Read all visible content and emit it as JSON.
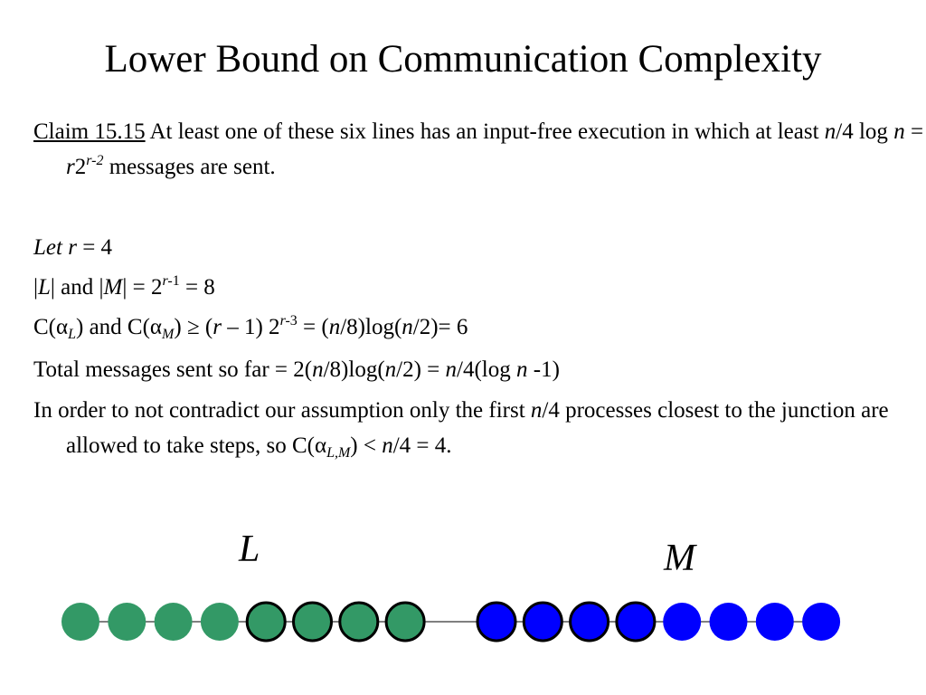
{
  "title": "Lower Bound on Communication Complexity",
  "claim": {
    "label": "Claim 15.15",
    "t1": " At least one of these six lines has an input-free execution in which at least ",
    "n1": "n",
    "t2": "/4 log ",
    "n2": "n",
    "t3": " = ",
    "r": "r",
    "t4": "2",
    "exp": "r-2",
    "t5": " messages are sent."
  },
  "let_line": {
    "let": "Let",
    "r": "r",
    "rest": " = 4"
  },
  "line_sizes": {
    "bar1": "|",
    "L": "L",
    "mid": "| and |",
    "M": "M",
    "bar2": "| = 2",
    "exp": "r-",
    "exp2": "1",
    "rest": " = 8"
  },
  "line_c": {
    "a": "C(α",
    "subL": "L",
    "b": ") and C(α",
    "subM": "M",
    "c": ") ≥ (",
    "r": "r",
    "d": " – 1) 2",
    "exp": "r-",
    "exp2": "3",
    "e": " = (",
    "n1": "n",
    "f": "/8)log(",
    "n2": "n",
    "g": "/2)= 6"
  },
  "line_total": {
    "a": "Total messages sent so far = 2(",
    "n1": "n",
    "b": "/8)log(",
    "n2": "n",
    "c": "/2) = ",
    "n3": "n",
    "d": "/4(log ",
    "n4": "n",
    "e": " -1)"
  },
  "line_order": {
    "a": "In order to not contradict our assumption only the first ",
    "n1": "n",
    "b": "/4 processes closest to the junction are allowed to take steps, so C(α",
    "sub": "L,M",
    "c": ") < ",
    "n2": "n",
    "d": "/4 = 4."
  },
  "diagram": {
    "label_left": "L",
    "label_right": "M",
    "left_color": "#339966",
    "right_color": "#0000ff",
    "left_nodes": [
      {
        "outlined": false
      },
      {
        "outlined": false
      },
      {
        "outlined": false
      },
      {
        "outlined": false
      },
      {
        "outlined": true
      },
      {
        "outlined": true
      },
      {
        "outlined": true
      },
      {
        "outlined": true
      }
    ],
    "right_nodes": [
      {
        "outlined": true
      },
      {
        "outlined": true
      },
      {
        "outlined": true
      },
      {
        "outlined": true
      },
      {
        "outlined": false
      },
      {
        "outlined": false
      },
      {
        "outlined": false
      },
      {
        "outlined": false
      }
    ]
  }
}
